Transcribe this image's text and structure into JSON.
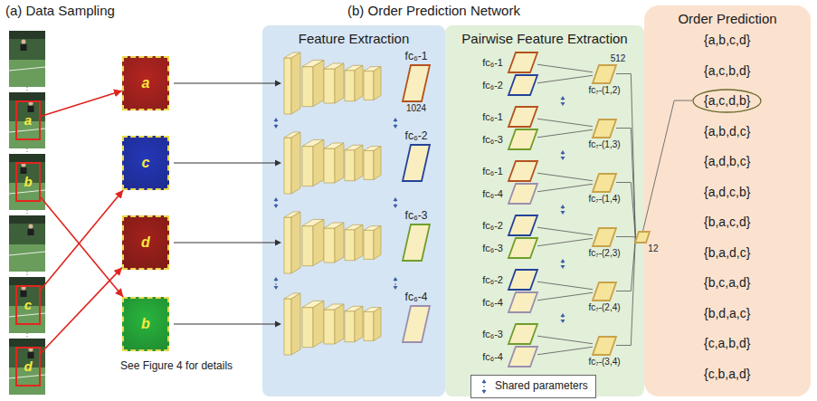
{
  "diagram": {
    "nodes": [
      {
        "text": [
          "a"
        ]
      },
      {
        "text": [
          "b"
        ]
      },
      {
        "text": [
          "c"
        ]
      },
      {
        "text": [
          "d"
        ]
      },
      {
        "text": [
          "a"
        ]
      },
      {
        "text": [
          "c"
        ]
      },
      {
        "text": [
          "d"
        ]
      },
      {
        "text": [
          "b"
        ]
      },
      {
        "text": [
          "Feature Extraction"
        ]
      },
      {
        "text": [
          "fc₆-1",
          "1024"
        ],
        "in": 8
      },
      {
        "text": [
          "fc₆-2"
        ],
        "in": 8
      },
      {
        "text": [
          "fc₆-3"
        ],
        "in": 8
      },
      {
        "text": [
          "fc₆-4"
        ],
        "in": 8
      },
      {
        "text": [
          "Pairwise Feature Extraction"
        ]
      },
      {
        "text": [
          "fc₆-1"
        ],
        "in": 13
      },
      {
        "text": [
          "fc₆-2"
        ],
        "in": 13
      },
      {
        "text": [
          "fc₆-1"
        ],
        "in": 13
      },
      {
        "text": [
          "fc₆-3"
        ],
        "in": 13
      },
      {
        "text": [
          "fc₆-1"
        ],
        "in": 13
      },
      {
        "text": [
          "fc₆-4"
        ],
        "in": 13
      },
      {
        "text": [
          "fc₆-2"
        ],
        "in": 13
      },
      {
        "text": [
          "fc₆-3"
        ],
        "in": 13
      },
      {
        "text": [
          "fc₆-2"
        ],
        "in": 13
      },
      {
        "text": [
          "fc₆-4"
        ],
        "in": 13
      },
      {
        "text": [
          "fc₆-3"
        ],
        "in": 13
      },
      {
        "text": [
          "fc₆-4"
        ],
        "in": 13
      },
      {
        "text": [
          "fc₇-(1,2)",
          "512"
        ],
        "in": 13
      },
      {
        "text": [
          "fc₇-(1,3)"
        ],
        "in": 13
      },
      {
        "text": [
          "fc₇-(1,4)"
        ],
        "in": 13
      },
      {
        "text": [
          "fc₇-(2,3)"
        ],
        "in": 13
      },
      {
        "text": [
          "fc₇-(2,4)"
        ],
        "in": 13
      },
      {
        "text": [
          "fc₇-(3,4)"
        ],
        "in": 13
      },
      {
        "text": [
          "12"
        ]
      },
      {
        "text": [
          "Order Prediction"
        ]
      },
      {
        "text": [
          "{a,c,d,b}"
        ],
        "in": 33
      }
    ],
    "edges": [
      {
        "from": 0,
        "to": 4,
        "arrow": "to"
      },
      {
        "from": 1,
        "to": 7,
        "arrow": "to"
      },
      {
        "from": 2,
        "to": 5,
        "arrow": "to"
      },
      {
        "from": 3,
        "to": 6,
        "arrow": "to"
      },
      {
        "from": 14,
        "to": 26,
        "arrow": "none"
      },
      {
        "from": 15,
        "to": 26,
        "arrow": "none"
      },
      {
        "from": 16,
        "to": 27,
        "arrow": "none"
      },
      {
        "from": 17,
        "to": 27,
        "arrow": "none"
      },
      {
        "from": 18,
        "to": 28,
        "arrow": "none"
      },
      {
        "from": 19,
        "to": 28,
        "arrow": "none"
      },
      {
        "from": 20,
        "to": 29,
        "arrow": "none"
      },
      {
        "from": 21,
        "to": 29,
        "arrow": "none"
      },
      {
        "from": 22,
        "to": 30,
        "arrow": "none"
      },
      {
        "from": 23,
        "to": 30,
        "arrow": "none"
      },
      {
        "from": 24,
        "to": 31,
        "arrow": "none"
      },
      {
        "from": 25,
        "to": 31,
        "arrow": "none"
      },
      {
        "from": 26,
        "to": 32,
        "arrow": "none"
      },
      {
        "from": 27,
        "to": 32,
        "arrow": "none"
      },
      {
        "from": 28,
        "to": 32,
        "arrow": "none"
      },
      {
        "from": 29,
        "to": 32,
        "arrow": "none"
      },
      {
        "from": 30,
        "to": 32,
        "arrow": "none"
      },
      {
        "from": 31,
        "to": 32,
        "arrow": "none"
      },
      {
        "from": 32,
        "to": 34,
        "arrow": "none"
      }
    ],
    "labels": [
      "(a) Data Sampling",
      "(b) Order Prediction Network",
      "See Figure 4 for details",
      "{a,b,c,d}",
      "{a,c,b,d}",
      "{a,b,d,c}",
      "{a,d,b,c}",
      "{a,d,c,b}",
      "{b,a,c,d}",
      "{b,a,d,c}",
      "{b,c,a,d}",
      "{b,d,a,c}",
      "{c,a,b,d}",
      "{c,b,a,d}"
    ],
    "legend": [
      {
        "text": "Shared parameters"
      }
    ]
  }
}
